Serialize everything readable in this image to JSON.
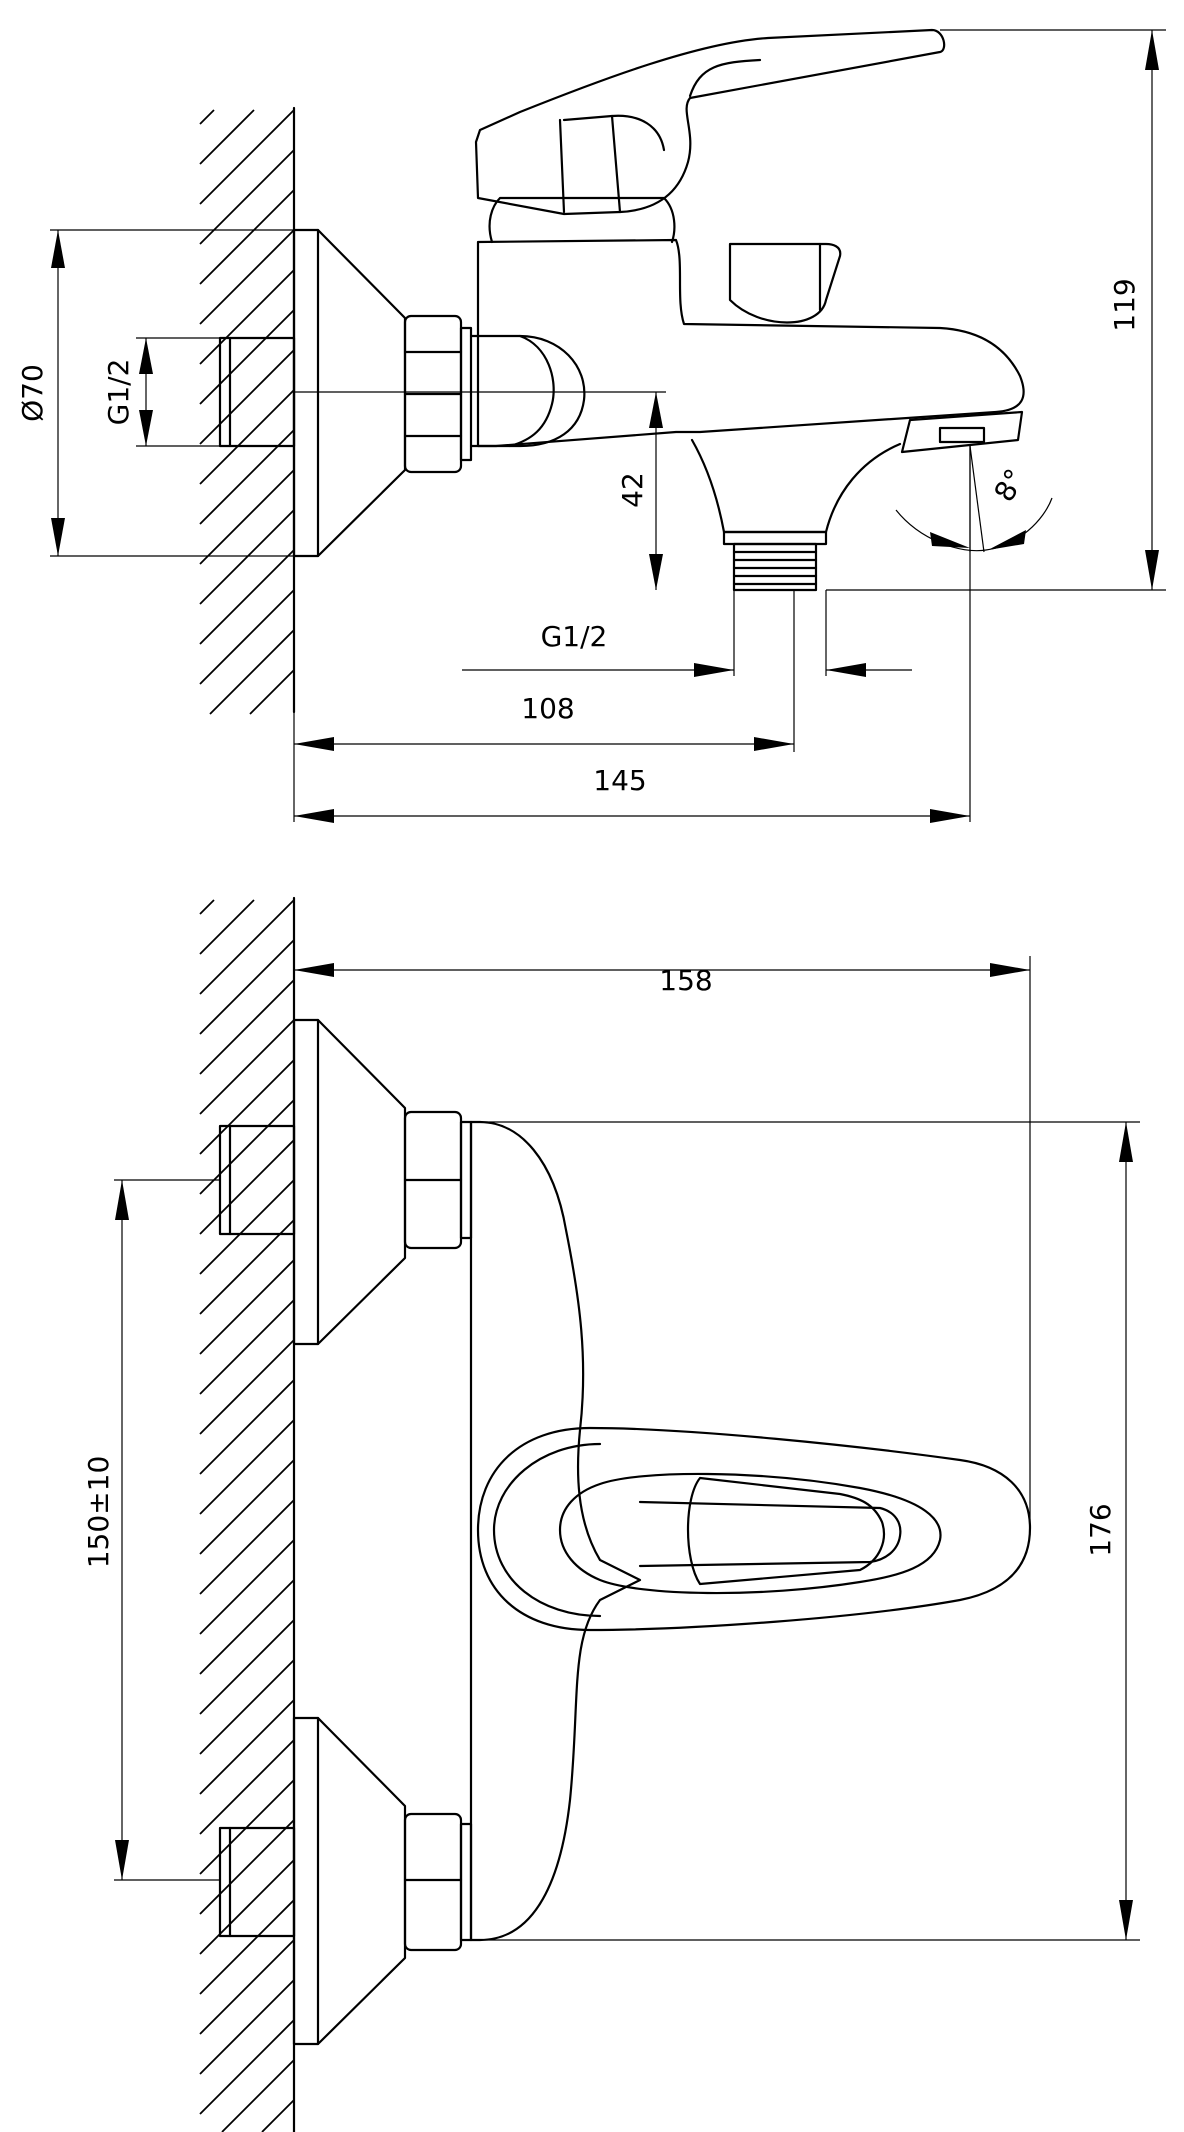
{
  "side_view": {
    "dim_diameter": "Ø70",
    "dim_inlet_thread": "G1/2",
    "dim_outlet_height": "42",
    "dim_angle": "8°",
    "dim_total_height": "119",
    "dim_outlet_thread": "G1/2",
    "dim_outlet_distance": "108",
    "dim_total_depth": "145"
  },
  "top_view": {
    "dim_total_depth": "158",
    "dim_total_width": "176",
    "dim_inlet_spacing": "150±10"
  }
}
